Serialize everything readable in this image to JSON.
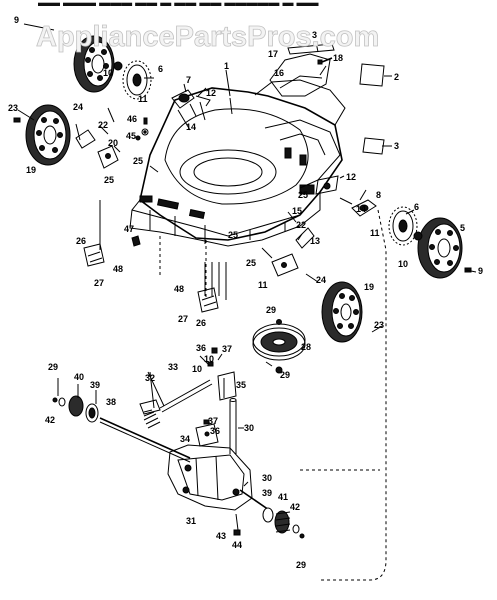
{
  "header": {
    "cropped_text": "▬▬ ▬▬▬ ▬▬▬ ▬▬ ▬ ▬▬ ▬▬ ▬▬▬▬▬ ▬ ▬▬"
  },
  "watermark": {
    "text": "AppliancePartsPros.com"
  },
  "parts": {
    "p1": "1",
    "p2": "2",
    "p3a": "3",
    "p3b": "3",
    "p5": "5",
    "p6a": "6",
    "p6b": "6",
    "p7": "7",
    "p8": "8",
    "p9a": "9",
    "p9b": "9",
    "p10a": "10",
    "p10b": "10",
    "p10c": "10",
    "p11a": "11",
    "p11b": "11",
    "p11c": "11",
    "p12a": "12",
    "p12b": "12",
    "p13": "13",
    "p14a": "14",
    "p14b": "14",
    "p15": "15",
    "p16": "16",
    "p17": "17",
    "p18": "18",
    "p19a": "19",
    "p19b": "19",
    "p20": "20",
    "p22a": "22",
    "p22b": "22",
    "p23a": "23",
    "p23b": "23",
    "p24a": "24",
    "p24b": "24",
    "p25a": "25",
    "p25b": "25",
    "p25c": "25",
    "p25d": "25",
    "p25e": "25",
    "p26a": "26",
    "p26b": "26",
    "p27a": "27",
    "p27b": "27",
    "p28": "28",
    "p29a": "29",
    "p29b": "29",
    "p29c": "29",
    "p29d": "29",
    "p30a": "30",
    "p30b": "30",
    "p31": "31",
    "p32": "32",
    "p33": "33",
    "p34": "34",
    "p35": "35",
    "p36a": "36",
    "p36b": "36",
    "p37a": "37",
    "p37b": "37",
    "p38": "38",
    "p39a": "39",
    "p39b": "39",
    "p40": "40",
    "p41": "41",
    "p42a": "42",
    "p42b": "42",
    "p43": "43",
    "p44": "44",
    "p45": "45",
    "p46": "46",
    "p47": "47",
    "p48a": "48",
    "p48b": "48"
  }
}
